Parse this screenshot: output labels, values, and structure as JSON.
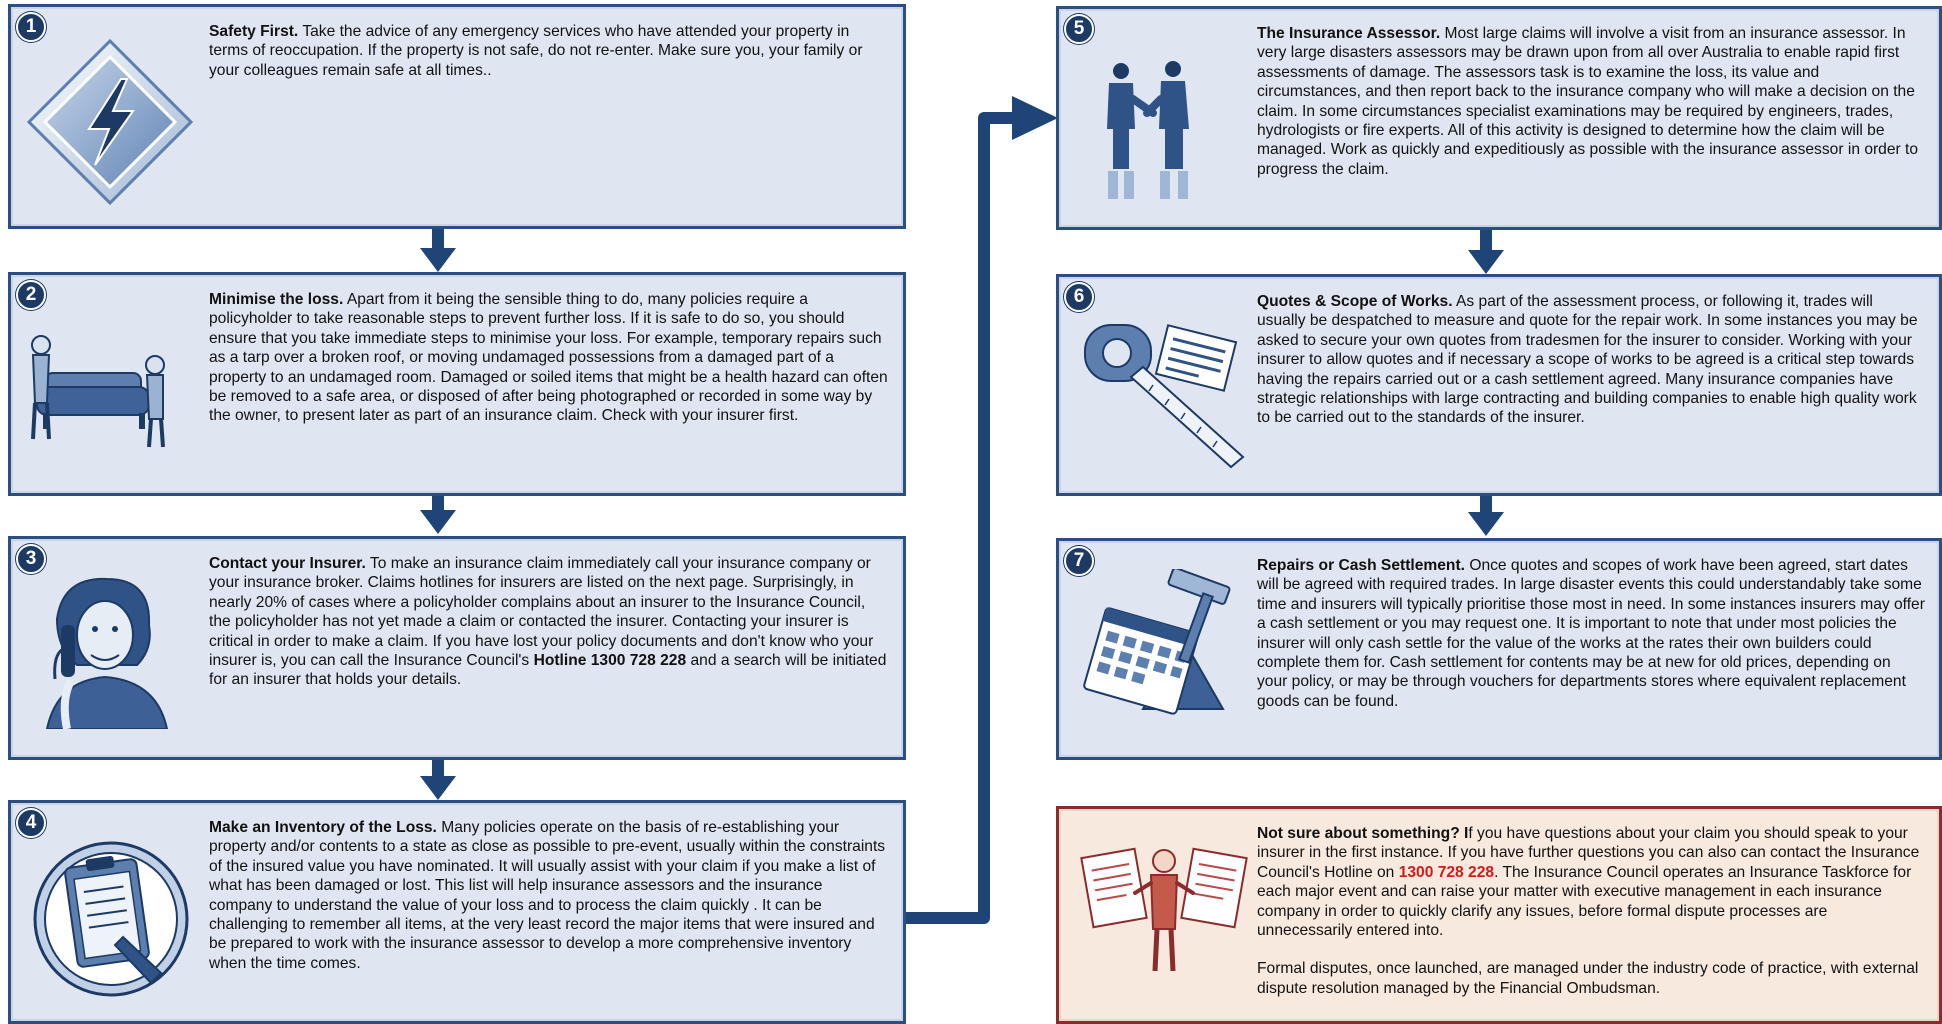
{
  "steps": [
    {
      "number": "1",
      "icon": "lightning-warning-icon",
      "title": "Safety First.",
      "body": "Take the advice of any emergency services who have attended your property in terms of reoccupation. If the property is not safe, do not re-enter. Make sure you, your family or your colleagues remain safe at all times.."
    },
    {
      "number": "2",
      "icon": "people-moving-couch-icon",
      "title": "Minimise the loss.",
      "body": "Apart from it being the sensible thing to do, many policies require a policyholder to take reasonable steps to prevent further loss. If it is safe to do so, you should ensure that you take immediate steps to minimise your loss. For example, temporary repairs such as a tarp over a broken roof, or moving undamaged possessions from a damaged part of a property to an undamaged room. Damaged or soiled items that might be a health hazard can often be removed to a safe area, or disposed of after being photographed or recorded in some way by the owner, to present later as part of an insurance claim. Check with your insurer first."
    },
    {
      "number": "3",
      "icon": "woman-on-phone-icon",
      "title": "Contact your Insurer.",
      "body_before": "To make an insurance claim immediately call your insurance company or your insurance broker. Claims hotlines for insurers are listed on the next page. Surprisingly, in nearly 20% of cases where a policyholder complains about an insurer to the Insurance Council, the policyholder has not  yet made a claim or contacted the insurer. Contacting your insurer is critical in order to make a claim. If you have lost your policy documents and don't know who your insurer is, you can call the Insurance Council's",
      "hotline": "Hotline 1300 728 228",
      "body_after": "and a search will be initiated for an insurer that holds your details."
    },
    {
      "number": "4",
      "icon": "clipboard-checklist-icon",
      "title": "Make an Inventory of the Loss.",
      "body": "Many policies operate on the basis of re-establishing your property and/or contents to a state as close as possible to pre-event, usually within the constraints of the insured value you have nominated. It will usually assist with your claim if you make a list of what has been damaged or lost. This list will help insurance assessors and the insurance company to understand the value of your loss and to process the claim quickly . It can be challenging to remember all items, at the very least record the major items that were insured and be prepared to work with the insurance assessor to develop a more comprehensive inventory when the time comes."
    },
    {
      "number": "5",
      "icon": "handshake-icon",
      "title": "The Insurance Assessor.",
      "body": "Most large claims will involve a visit from an insurance assessor. In very large disasters assessors may be drawn upon from all over Australia to enable rapid first assessments of damage. The assessors task is to examine the loss, its value and circumstances, and then report back to the insurance company who will make a decision on the claim. In some circumstances specialist examinations may be required by engineers, trades, hydrologists or fire experts. All of this activity is designed to determine how the claim will be managed. Work as quickly and expeditiously as possible with the insurance assessor in order to progress the claim."
    },
    {
      "number": "6",
      "icon": "tape-measure-quote-icon",
      "title": "Quotes & Scope of Works.",
      "body": "As part of the assessment process, or following it, trades will usually be despatched to measure and quote for the repair work. In some instances you may be asked to secure your own quotes from tradesmen for the insurer to consider. Working with your insurer to allow quotes and if necessary a scope of works to be agreed is a critical step towards having the repairs carried out or a cash settlement agreed. Many insurance companies have strategic relationships with large contracting and building companies to enable high quality work to be carried out to the standards of the insurer."
    },
    {
      "number": "7",
      "icon": "hammer-calendar-icon",
      "title": "Repairs or Cash Settlement.",
      "body": "Once quotes and scopes of work have been agreed, start dates will be agreed with required trades. In large disaster events this could understandably take some time and insurers will typically prioritise those most in need. In some instances insurers may offer a cash settlement or you may request one. It is important to note that under most policies the insurer will only cash settle for the value of the works at the rates their own builders could complete them for. Cash settlement for contents may be at new for old prices, depending on your policy, or may be through vouchers for departments stores where equivalent replacement goods can be found."
    }
  ],
  "notice": {
    "icon": "person-with-documents-icon",
    "title": "Not sure about something? I",
    "body_before": "f you have questions about your claim you should speak to your insurer in the first instance. If you have further questions you can also can contact the Insurance Council's Hotline on",
    "hotline": "1300 728 228",
    "body_after": ". The Insurance Council operates an Insurance Taskforce for each major event and can raise your matter with executive management in each insurance company in order to quickly clarify any issues, before formal dispute processes are unnecessarily entered into.",
    "para2": "Formal disputes, once launched, are managed under the industry code of practice, with external dispute resolution managed by the Financial Ombudsman.",
    "hotline_color": "#d21a1a"
  },
  "colors": {
    "box_fill": "#dfe6f1",
    "box_border": "#2b4f82",
    "arrow": "#1f4478",
    "notice_fill": "#f8e9df",
    "notice_border": "#8c2b2b"
  }
}
